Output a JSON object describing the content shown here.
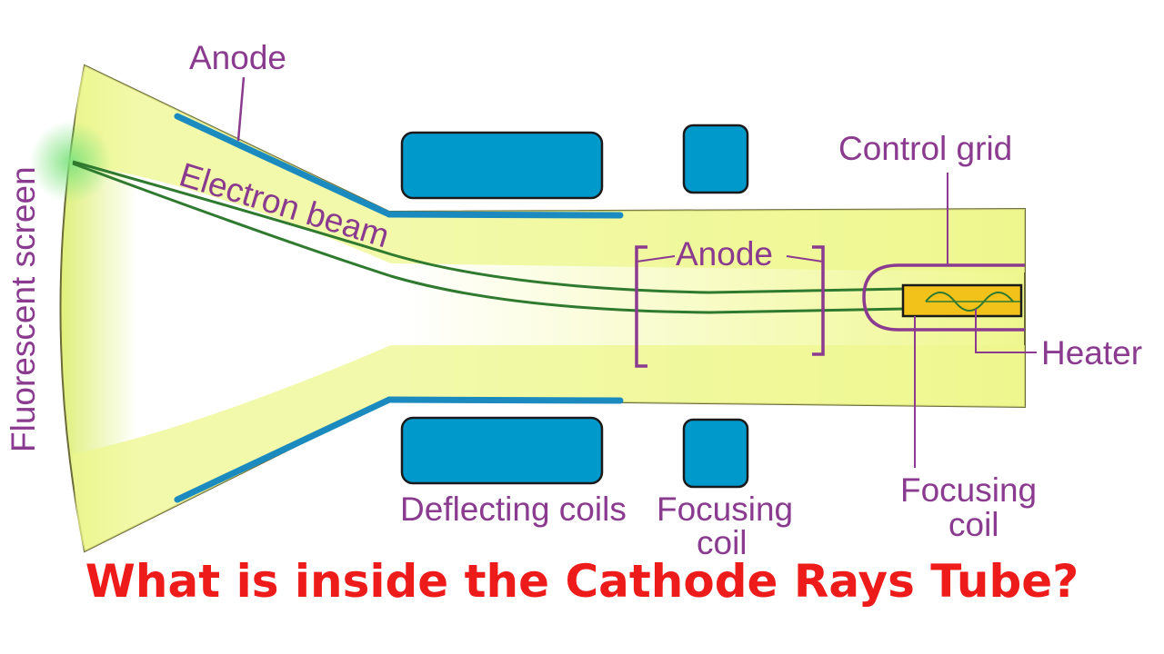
{
  "labels": {
    "fluorescent_screen": "Fluorescent screen",
    "anode_top": "Anode",
    "electron_beam": "Electron beam",
    "anode_middle": "Anode",
    "control_grid": "Control grid",
    "heater": "Heater",
    "deflecting_coils": "Deflecting coils",
    "focusing_coil_line1": "Focusing",
    "focusing_coil_line2": "coil",
    "focusing_coil_right_line1": "Focusing",
    "focusing_coil_right_line2": "coil"
  },
  "caption": "What is inside the Cathode Rays Tube?",
  "colors": {
    "tube_fill": "#f4f9a8",
    "tube_outline": "#6b6b3a",
    "coil_fill": "#0099cc",
    "label_purple": "#8a3a8f",
    "beam_green": "#2f7a2f",
    "cathode_yellow": "#f2c21b",
    "caption_red": "#ee1b1b"
  }
}
